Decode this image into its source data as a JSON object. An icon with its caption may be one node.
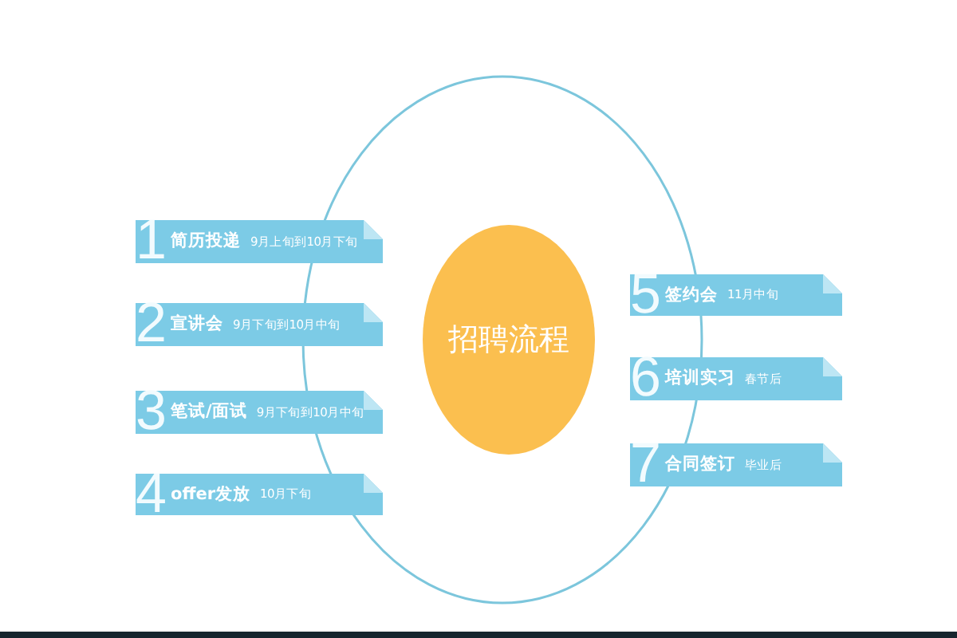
{
  "diagram": {
    "nodes": [
      {
        "text": [
          "招聘流程"
        ]
      },
      {
        "text": [
          "1",
          "简历投递",
          "9月上旬到10月下旬"
        ]
      },
      {
        "text": [
          "2",
          "宣讲会",
          "9月下旬到10月中旬"
        ]
      },
      {
        "text": [
          "3",
          "笔试/面试",
          "9月下旬到10月中旬"
        ]
      },
      {
        "text": [
          "4",
          "offer发放",
          "10月下旬"
        ]
      },
      {
        "text": [
          "5",
          "签约会",
          "11月中旬"
        ]
      },
      {
        "text": [
          "6",
          "培训实习",
          "春节后"
        ]
      },
      {
        "text": [
          "7",
          "合同签订",
          "毕业后"
        ]
      }
    ]
  }
}
